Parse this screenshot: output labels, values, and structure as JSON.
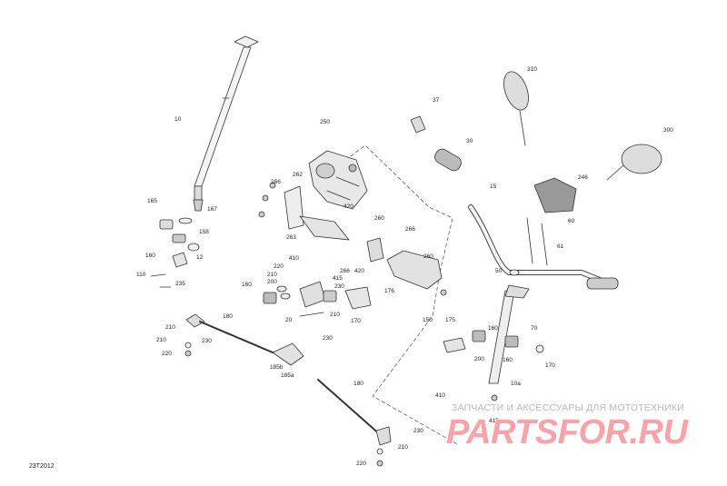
{
  "diagram": {
    "reference_code": "23T2012",
    "watermark": {
      "tagline": "ЗАПЧАСТИ И АКСЕССУАРЫ ДЛЯ МОТОТЕХНИКИ",
      "logo": "PARTSFOR.RU",
      "color": "#f7a3a9"
    },
    "part_labels": [
      "10",
      "165",
      "167",
      "158",
      "12",
      "160",
      "110",
      "235",
      "250",
      "262",
      "266",
      "420",
      "263",
      "260",
      "266",
      "260",
      "410",
      "220",
      "210",
      "200",
      "160",
      "415",
      "230",
      "266",
      "420",
      "176",
      "210",
      "170",
      "20",
      "180",
      "210",
      "230",
      "210",
      "220",
      "230",
      "185b",
      "185a",
      "180",
      "230",
      "210",
      "220",
      "37",
      "30",
      "310",
      "300",
      "246",
      "15",
      "60",
      "61",
      "50",
      "150",
      "175",
      "160",
      "70",
      "200",
      "160",
      "170",
      "10a",
      "410",
      "415"
    ]
  }
}
